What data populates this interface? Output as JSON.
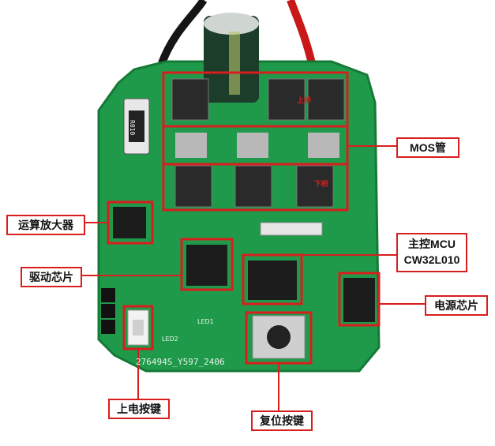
{
  "labels": {
    "mos": "MOS管",
    "upper": "上桥",
    "lower": "下桥",
    "opamp": "运算放大器",
    "driver": "驱动芯片",
    "mcu_line1": "主控MCU",
    "mcu_line2": "CW32L010",
    "power_ic": "电源芯片",
    "power_key": "上电按键",
    "reset_key": "复位按键"
  },
  "board": {
    "silk_bottom": "276494S_Y597_2406",
    "resistor_mark": "R010",
    "silk_led1": "LED1",
    "silk_led2": "LED2"
  },
  "colors": {
    "pcb": "#1f9a4a",
    "pcb_dark": "#157a37",
    "annotation_red": "#d81e1e",
    "wire_red": "#c81818",
    "wire_black": "#151515",
    "capacitor": "#1b3d2a"
  }
}
